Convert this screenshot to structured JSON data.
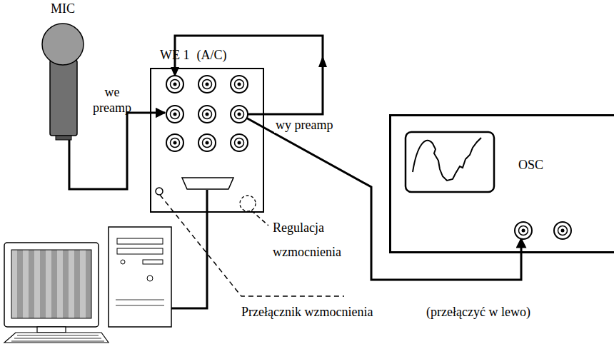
{
  "diagram": {
    "nodes": [
      {
        "text": [
          "MIC"
        ]
      },
      {
        "text": [
          "WE 1",
          "(A/C)"
        ]
      },
      {
        "text": [
          "OSC"
        ]
      }
    ],
    "edges": [
      {
        "from": 0,
        "to": 1,
        "arrow": "to",
        "label": "we preamp"
      },
      {
        "from": 1,
        "to": 2,
        "arrow": "to",
        "label": "wy preamp"
      }
    ],
    "labels": [
      "Regulacja wzmocnienia",
      "Przełącznik wzmocnienia",
      "(przełączyć w lewo)"
    ]
  }
}
